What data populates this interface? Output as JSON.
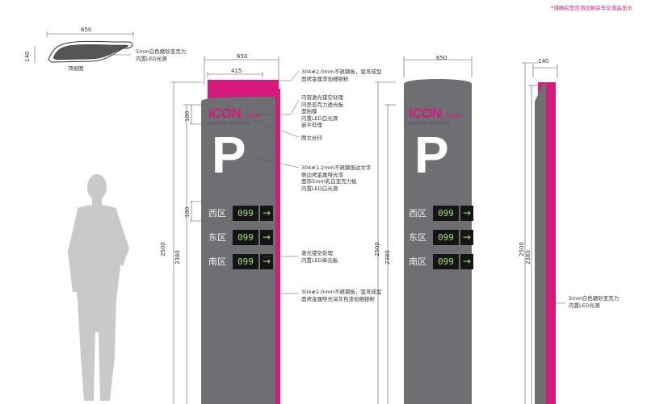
{
  "header_note": "*请确实是否添加剩余车位液晶显示",
  "top_view": {
    "width_dim": "650",
    "depth_dim": "140",
    "caption": "顶视图",
    "note": [
      "5mm白色磨砂亚克力",
      "内置LED光源"
    ]
  },
  "front": {
    "width_dim": "650",
    "cap_dim": "415",
    "logo_dim": "100",
    "sign_dim": "100",
    "height_total": "2500",
    "height_body": "2380"
  },
  "plain_front": {
    "width_dim": "650",
    "height_total": "2500",
    "height_body": "2380"
  },
  "side": {
    "depth_dim": "140",
    "height_total": "2500",
    "height_body": "2380",
    "note": [
      "5mm白色磨砂亚克力",
      "内置LED光源"
    ]
  },
  "logo": {
    "text": "ICON",
    "script": "mall",
    "sub": "ENDORSING GUESTS FOR"
  },
  "parking": {
    "letter": "P"
  },
  "zones": [
    {
      "name": "西区",
      "count": "099",
      "arrow": "→"
    },
    {
      "name": "东区",
      "count": "099",
      "arrow": "→"
    },
    {
      "name": "南区",
      "count": "099",
      "arrow": "→"
    }
  ],
  "notes": {
    "cap": [
      "304#2.0mm不锈钢板，弧弯成型",
      "面烤金属漆加细银粉"
    ],
    "logo": [
      "内容激光镂空处理",
      "内垫亚克力透光板",
      "面贴膜",
      "内置LED白光源",
      "嵌平处理"
    ],
    "silk": [
      "图文丝印"
    ],
    "p_letter": [
      "304#1.2mm不锈钢围边文字",
      "侧边烤金属哑光漆",
      "面饰5mm乳白亚克力板",
      "内置LED白光源"
    ],
    "led": [
      "激光镂空处理",
      "内置LED单元板"
    ],
    "body": [
      "304#2.0mm不锈钢板，弧弯成型",
      "面烤金属哑光深灰色漆加细银粉"
    ]
  },
  "colors": {
    "body": "#6e6f73",
    "accent": "#d6197d",
    "led_text": "#9be36a"
  }
}
